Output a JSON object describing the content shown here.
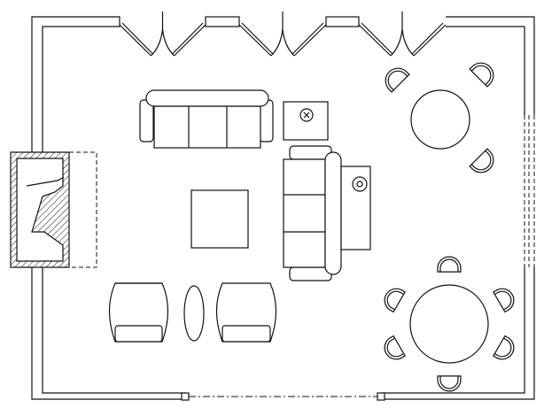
{
  "colors": {
    "line": "#111111",
    "background": "#ffffff"
  },
  "elements": {
    "walls": "exterior-walls",
    "fireplace": "fireplace",
    "folding_doors": 3,
    "sofas": 2,
    "armchairs": 2,
    "round_table_chairs": 3,
    "dining_table_chairs": 6
  }
}
